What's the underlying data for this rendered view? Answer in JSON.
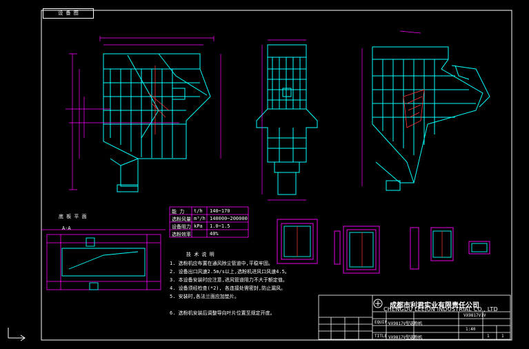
{
  "drawing": {
    "tag": "设 备 图",
    "company_cn": "成都市利君实业有限责任公司",
    "company_en": "CHENGDU LEEJUN INDUSTRIAL CO., LTD",
    "title_block": {
      "equip_label": "EQUIP.",
      "equip_value": "VX9817V型选粉机",
      "title_label": "TITLE",
      "title_value": "VX9817V型选粉机",
      "drawing_no": "VX9817V1V",
      "scale": "1:40",
      "sheet": "1",
      "sheets": "1"
    },
    "section_label": "A-A",
    "section_sub": "底 板 平 面",
    "notes_title": "技 术 说 明"
  },
  "spec_table": {
    "rows": [
      {
        "name": "能 力",
        "unit": "t/h",
        "value": "140~170"
      },
      {
        "name": "选粉风量",
        "unit": "m³/h",
        "value": "140000~200000"
      },
      {
        "name": "设备阻力",
        "unit": "kPa",
        "value": "1.0~1.5"
      },
      {
        "name": "选粉效率",
        "unit": "",
        "value": "40%"
      }
    ]
  },
  "notes": [
    "1. 选粉机应布置在通风除尘管道中,平稳牢固。",
    "2. 设备出口风速2.5m/s以上,选粉机进风口风速4.5。",
    "3. 本设备安装时应注意,进风管道阻力不大于额定值。",
    "4. 设备须经检查(*2), 各连接处需密封,防止漏风。",
    "5. 安装时,各法兰面应加垫片。",
    "6. 选粉机安装后调整导向叶片位置至规定开度。"
  ],
  "colors": {
    "outline": "#00ffff",
    "dimension": "#ff00ff",
    "text": "#ffffff",
    "hatch": "#ff3333",
    "background": "#000000"
  }
}
